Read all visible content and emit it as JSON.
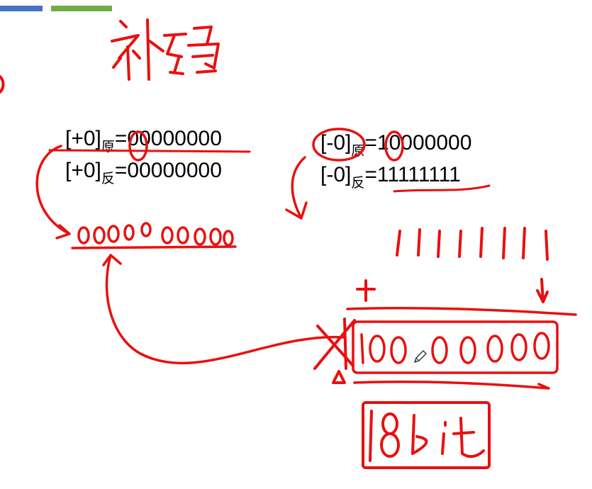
{
  "header": {
    "accent_colors": {
      "blue": "#4472c4",
      "green": "#70ad47"
    }
  },
  "slide": {
    "positive_zero": {
      "original": {
        "prefix": "[+0]",
        "subscript": "原",
        "equals": "=",
        "bits": "00000000"
      },
      "inverse": {
        "prefix": "[+0]",
        "subscript": "反",
        "equals": "=",
        "bits": "00000000"
      }
    },
    "negative_zero": {
      "original": {
        "prefix": "[-0]",
        "subscript": "原",
        "equals": "=",
        "bits": "10000000"
      },
      "inverse": {
        "prefix": "[-0]",
        "subscript": "反",
        "equals": "=",
        "bits": "11111111"
      }
    }
  },
  "annotations": {
    "ink_color": "#e81010",
    "handwritten_title": "补码",
    "handwritten_register_size": "8bit",
    "handwritten_plus_sign": "+",
    "handwritten_ones": "11111111",
    "handwritten_sum_bits": "100000000",
    "handwritten_result_bits": "00000000"
  },
  "cursor": {
    "icon": "pencil-icon"
  }
}
